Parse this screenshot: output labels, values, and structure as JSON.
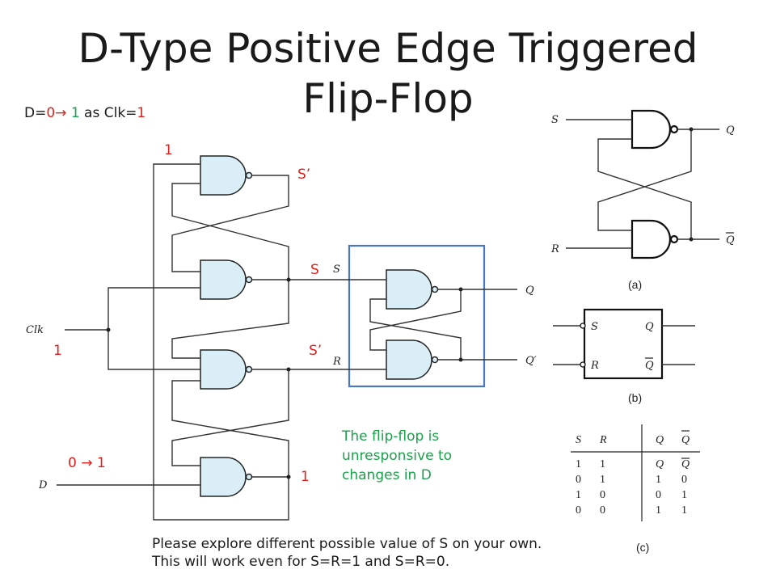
{
  "title": {
    "line1": "D-Type Positive Edge Triggered",
    "line2": "Flip-Flop"
  },
  "condition": {
    "prefix": "D=",
    "from": "0",
    "arrow": "→",
    "to": "1",
    "mid": " as Clk=",
    "clk": "1"
  },
  "annotations": {
    "top_input": "1",
    "s_prime_top": "S’",
    "s_label": "S",
    "s_prime_bottom": "S’",
    "clk_value": "1",
    "d_transition": "0 → 1",
    "bottom_output": "1"
  },
  "circuit_labels": {
    "clk": "Clk",
    "d": "D",
    "s": "S",
    "r": "R",
    "q": "Q",
    "q_prime": "Q′"
  },
  "note": [
    "The flip-flop is",
    "unresponsive to",
    "changes in D"
  ],
  "footer": [
    "Please explore different possible value of S on your own.",
    "This will work even for S=R=1 and S=R=0."
  ],
  "figure_a": {
    "s": "S",
    "r": "R",
    "q": "Q",
    "q_bar": "Q",
    "caption": "(a)"
  },
  "figure_b": {
    "s": "S",
    "r": "R",
    "q": "Q",
    "q_bar": "Q",
    "caption": "(b)"
  },
  "truth_table": {
    "headers": [
      "S",
      "R",
      "Q",
      "Q"
    ],
    "rows": [
      [
        "1",
        "1",
        "Q",
        "Q"
      ],
      [
        "0",
        "1",
        "1",
        "0"
      ],
      [
        "1",
        "0",
        "0",
        "1"
      ],
      [
        "0",
        "0",
        "1",
        "1"
      ]
    ],
    "caption": "(c)"
  },
  "colors": {
    "red": "#e0201c",
    "green": "#1aa24a",
    "gate_fill": "#daeef8",
    "box": "#4a78c0"
  }
}
